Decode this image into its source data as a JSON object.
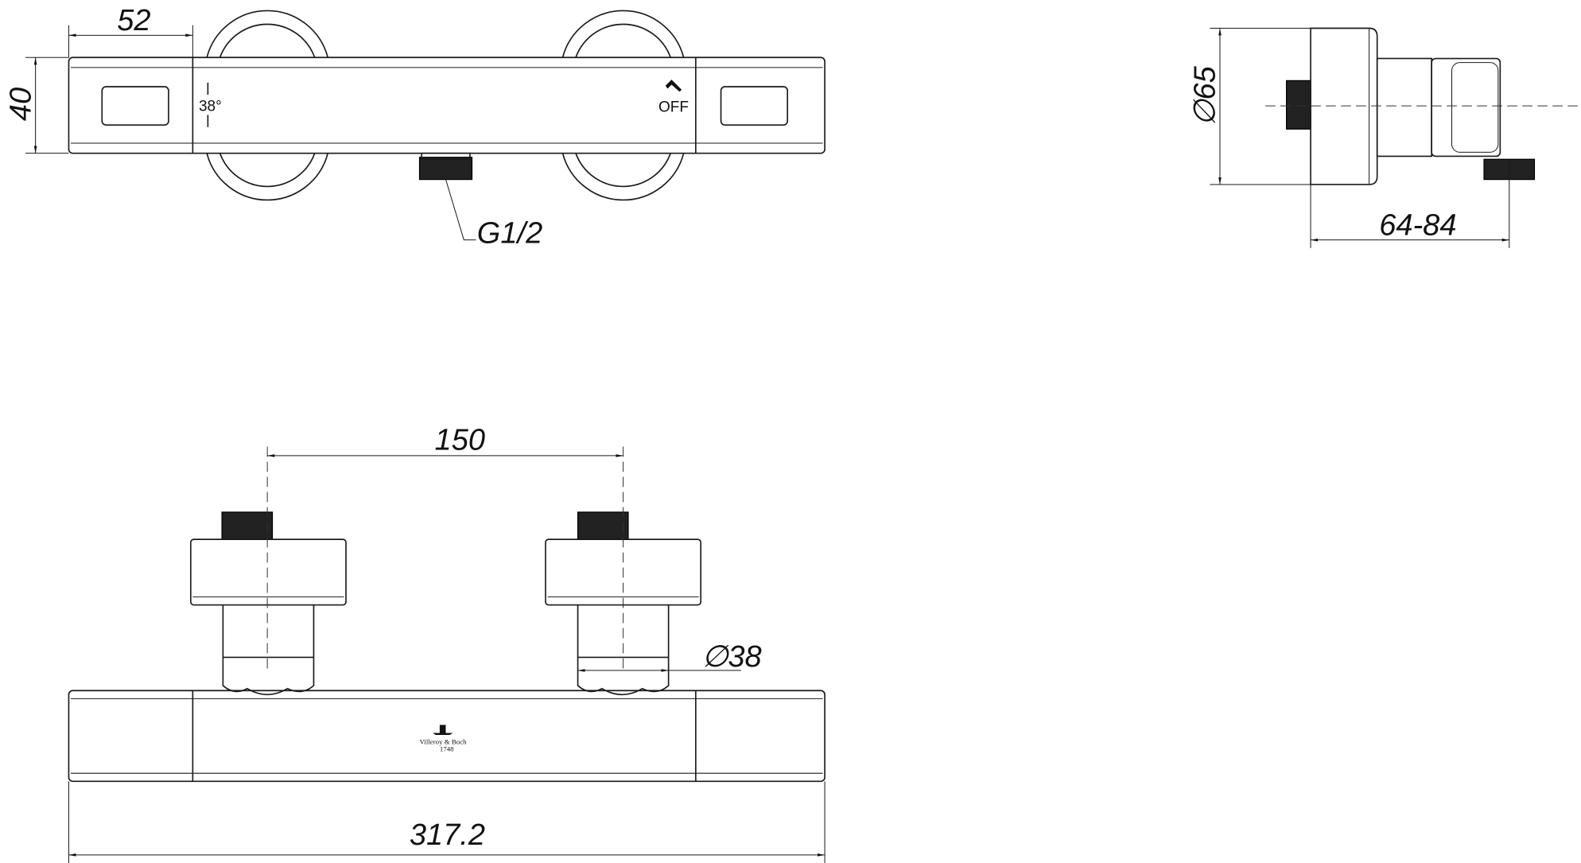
{
  "title": "Thermostatic shower mixer – dimension drawing",
  "dimensions": {
    "top_width_end": "52",
    "top_height": "40",
    "connection": "G1/2",
    "side_diameter": "65",
    "side_depth": "64-84",
    "inlet_spacing": "150",
    "stem_diameter": "38",
    "overall_length": "317.2"
  },
  "labels": {
    "temperature": "38°",
    "off": "OFF",
    "diameter_symbol": "∅"
  },
  "logo": {
    "brand": "Villeroy & Boch",
    "year": "1748"
  }
}
